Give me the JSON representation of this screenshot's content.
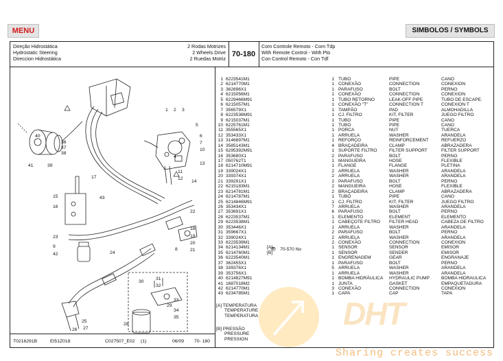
{
  "toolbar": {
    "menu_label": "MENU",
    "symbols_label": "SIMBOLOS / SYMBOLS"
  },
  "header": {
    "left_titles": [
      "Direção Hidrostática",
      "Hydrostatic Steering",
      "Direccion Hidrostática"
    ],
    "left_drive": [
      "2 Rodas Motrizes",
      "2 Wheels Drive",
      "2 Ruedas Motriz"
    ],
    "page_number": "70-180",
    "right_titles": [
      "Com Controle Remoto - Com Tdp",
      "With Remote Control - With Pto",
      "Con Control Remoto - Con Tdf"
    ]
  },
  "footer": {
    "code": "T0216291B",
    "ref": "EI51Z018",
    "doc": "C027507_E02",
    "rev": "(1)",
    "date": "06/09",
    "page": "70- 180"
  },
  "parts": [
    {
      "item": "1",
      "part": "6223541M1",
      "qty": "1",
      "pt": "TUBO",
      "en": "PIPE",
      "es": "CANO"
    },
    {
      "item": "2",
      "part": "6214770M1",
      "qty": "1",
      "pt": "CONEXÃO",
      "en": "CONNECTION",
      "es": "CONEXION"
    },
    {
      "item": "3",
      "part": "362696X1",
      "qty": "1",
      "pt": "PARAFUSO",
      "en": "BOLT",
      "es": "PERNO"
    },
    {
      "item": "4",
      "part": "6215056M1",
      "qty": "1",
      "pt": "CONEXÃO",
      "en": "CONNECTION",
      "es": "CONEXION"
    },
    {
      "item": "5",
      "part": "6229466M91",
      "qty": "1",
      "pt": "TUBO RETORNO",
      "en": "LEAK-OFF PIPE",
      "es": "TUBO DE ESCAPE."
    },
    {
      "item": "6",
      "part": "6215057M1",
      "qty": "1",
      "pt": "CONEXÃO \"T\"",
      "en": "CONNECTION T",
      "es": "CONEXION T"
    },
    {
      "item": "7",
      "part": "356579X1",
      "qty": "1",
      "pt": "TAMPÃO",
      "en": "PAD",
      "es": "ALMOHADILLA"
    },
    {
      "item": "8",
      "part": "6223536M91",
      "qty": "1",
      "pt": "CJ. FILTRO",
      "en": "KIT, FILTER",
      "es": "JUEGO FILTRO"
    },
    {
      "item": "9",
      "part": "6215037M1",
      "qty": "1",
      "pt": "TUBO",
      "en": "PIPE",
      "es": "CANO"
    },
    {
      "item": "10",
      "part": "6225761M1",
      "qty": "1",
      "pt": "TUBO",
      "en": "PIPE",
      "es": "CANO"
    },
    {
      "item": "11",
      "part": "355565X1",
      "qty": "1",
      "pt": "PORCA",
      "en": "NUT",
      "es": "TUERCA"
    },
    {
      "item": "12",
      "part": "353433X1",
      "qty": "1",
      "pt": "ARRUELA",
      "en": "WASHER",
      "es": "ARANDELA"
    },
    {
      "item": "13",
      "part": "3146897M1",
      "qty": "1",
      "pt": "REFORÇO",
      "en": "REINFORCEMENT",
      "es": "REFUERZO"
    },
    {
      "item": "14",
      "part": "3585143M1",
      "qty": "4",
      "pt": "BRAÇADEIRA",
      "en": "CLAMP",
      "es": "ABRAZADERA"
    },
    {
      "item": "15",
      "part": "6295392M91",
      "qty": "1",
      "pt": "SUPORTE FILTRO",
      "en": "FILTER SUPPORT",
      "es": "FILTER SUPPORT"
    },
    {
      "item": "16",
      "part": "353680X1",
      "qty": "2",
      "pt": "PARAFUSO",
      "en": "BOLT",
      "es": "PERNO"
    },
    {
      "item": "17",
      "part": "050762T1",
      "qty": "1",
      "pt": "MANGUEIRA",
      "en": "HOSE",
      "es": "FLEXIBLE"
    },
    {
      "item": "18",
      "part": "6214710M91",
      "qty": "1",
      "pt": "FLANGE",
      "en": "FLANGE",
      "es": "PLETINA"
    },
    {
      "item": "19",
      "part": "339024X1",
      "qty": "2",
      "pt": "ARRUELA",
      "en": "WASHER",
      "es": "ARANDELA"
    },
    {
      "item": "20",
      "part": "339374X1",
      "qty": "2",
      "pt": "ARRUELA",
      "en": "WASHER",
      "es": "ARANDELA"
    },
    {
      "item": "21",
      "part": "339291X1",
      "qty": "2",
      "pt": "PARAFUSO",
      "en": "BOLT",
      "es": "PERNO"
    },
    {
      "item": "22",
      "part": "6215183M1",
      "qty": "2",
      "pt": "MANGUEIRA",
      "en": "HOSE",
      "es": "FLEXIBLE"
    },
    {
      "item": "23",
      "part": "6214781M1",
      "qty": "2",
      "pt": "BRAÇADEIRA",
      "en": "CLAMP",
      "es": "ABRAZADERA"
    },
    {
      "item": "24",
      "part": "6214787M1",
      "qty": "1",
      "pt": "TUBO",
      "en": "PIPE",
      "es": "CANO"
    },
    {
      "item": "25",
      "part": "6214846M91",
      "qty": "1",
      "pt": "CJ. FILTRO",
      "en": "KIT, FILTER",
      "es": "JUEGO FILTRO"
    },
    {
      "item": "26",
      "part": "353434X1",
      "qty": "7",
      "pt": "ARRUELA",
      "en": "WASHER",
      "es": "ARANDELA"
    },
    {
      "item": "27",
      "part": "353691X1",
      "qty": "6",
      "pt": "PARAFUSO",
      "en": "BOLT",
      "es": "PERNO"
    },
    {
      "item": "28",
      "part": "6223537M1",
      "qty": "1",
      "pt": "ELEMENTO",
      "en": "ELEMENT",
      "es": "ELEMENTO"
    },
    {
      "item": "29",
      "part": "6223538M1",
      "qty": "1",
      "pt": "CABEÇOTE FILTRO",
      "en": "FILTER HEAD",
      "es": "CABEZA DE FILTRO"
    },
    {
      "item": "30",
      "part": "353446X1",
      "qty": "1",
      "pt": "ARRUELA",
      "en": "WASHER",
      "es": "ARANDELA"
    },
    {
      "item": "31",
      "part": "359667X1",
      "qty": "2",
      "pt": "PARAFUSO",
      "en": "BOLT",
      "es": "PERNO"
    },
    {
      "item": "32",
      "part": "339024X1",
      "qty": "2",
      "pt": "ARRUELA",
      "en": "WASHER",
      "es": "ARANDELA"
    },
    {
      "item": "33",
      "part": "6223539M1",
      "qty": "2",
      "pt": "CONEXÃO",
      "en": "CONNECTION",
      "es": "CONEXION"
    },
    {
      "item": "34",
      "part": "6214134M1",
      "qty": "1",
      "pt": "SENSOR",
      "en": "SENSOR",
      "es": "EMISOR",
      "note": "[A]"
    },
    {
      "item": "35",
      "part": "6214760M1",
      "qty": "1",
      "pt": "SENSOR",
      "en": "SENDER",
      "es": "EMISOR",
      "note": "[B]"
    },
    {
      "item": "36",
      "part": "6223540M1",
      "qty": "1",
      "pt": "ENGRENAGEM",
      "en": "GEAR",
      "es": "ENGRANAJE"
    },
    {
      "item": "37",
      "part": "362455X1",
      "qty": "1",
      "pt": "PARAFUSO",
      "en": "BOLT",
      "es": "PERNO"
    },
    {
      "item": "38",
      "part": "339376X1",
      "qty": "5",
      "pt": "ARRUELA",
      "en": "WASHER",
      "es": "ARANDELA"
    },
    {
      "item": "39",
      "part": "353756X1",
      "qty": "1",
      "pt": "ARRUELA",
      "en": "WASHER",
      "es": "ARANDELA"
    },
    {
      "item": "40",
      "part": "6214827M91",
      "qty": "1",
      "pt": "BOMBA HIDRÁULICA",
      "en": "HYDRAULIC PUMP",
      "es": "BOMBA HIDRAULICA"
    },
    {
      "item": "41",
      "part": "1687018M2",
      "qty": "1",
      "pt": "JUNTA",
      "en": "GASKET",
      "es": "EMPAQUETADURA"
    },
    {
      "item": "42",
      "part": "6214770M1",
      "qty": "3",
      "pt": "CONEXÃO",
      "en": "CONNECTION",
      "es": "CONEXION"
    },
    {
      "item": "43",
      "part": "6234785M1",
      "qty": "1",
      "pt": "CAPA",
      "en": "CAP",
      "es": "TAPA"
    }
  ],
  "serial_note": "70-570 No",
  "legend": [
    {
      "tag": "[A]",
      "lines": [
        "TEMPERATURA",
        "TEMPERATURE",
        "TEMPERATURA"
      ]
    },
    {
      "tag": "[B]",
      "lines": [
        "PRESSÃO",
        "PRESSURE",
        "PRESSION"
      ]
    }
  ],
  "callouts": [
    "1",
    "2",
    "3",
    "4",
    "5",
    "6",
    "7",
    "8",
    "9",
    "10",
    "11",
    "12",
    "13",
    "14",
    "15",
    "16",
    "17",
    "18",
    "19",
    "20",
    "21",
    "22",
    "23",
    "24",
    "25",
    "26",
    "27",
    "28",
    "29",
    "30",
    "31",
    "32",
    "33",
    "34",
    "35",
    "36",
    "37",
    "38",
    "39",
    "40",
    "41",
    "42",
    "43"
  ],
  "watermark": {
    "logo": "DHT",
    "slogan": "Sharing creates success"
  }
}
